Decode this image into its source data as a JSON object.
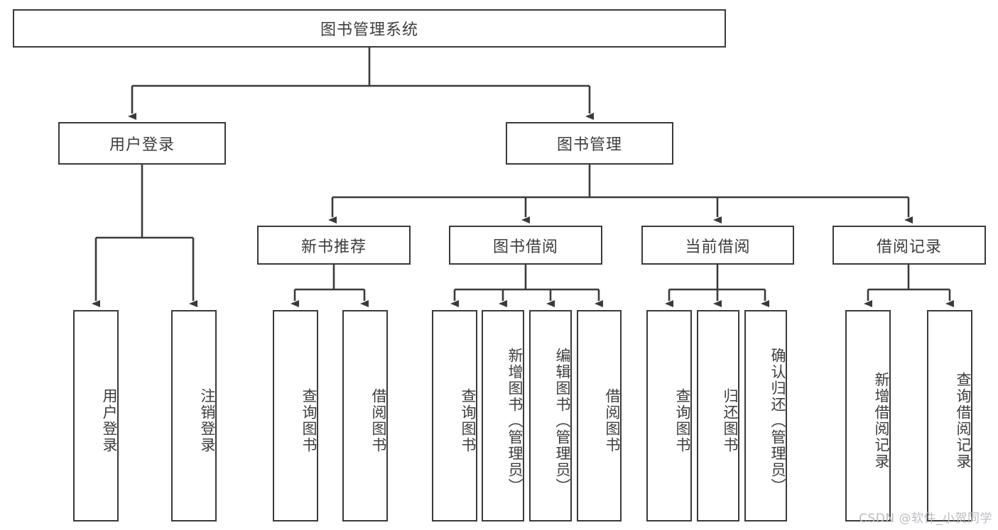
{
  "diagram": {
    "title": "图书管理系统",
    "type": "tree-hierarchy",
    "root": {
      "label": "图书管理系统"
    },
    "level2": [
      {
        "label": "用户登录"
      },
      {
        "label": "图书管理"
      }
    ],
    "level3": [
      {
        "label": "新书推荐"
      },
      {
        "label": "图书借阅"
      },
      {
        "label": "当前借阅"
      },
      {
        "label": "借阅记录"
      }
    ],
    "leaves_user_login": [
      {
        "label": "用户登录"
      },
      {
        "label": "注销登录"
      }
    ],
    "leaves_new_book": [
      {
        "label": "查询图书"
      },
      {
        "label": "借阅图书"
      }
    ],
    "leaves_borrow": [
      {
        "label": "查询图书"
      },
      {
        "label": "新增图书（管理员）"
      },
      {
        "label": "编辑图书（管理员）"
      },
      {
        "label": "借阅图书"
      }
    ],
    "leaves_current": [
      {
        "label": "查询图书"
      },
      {
        "label": "归还图书"
      },
      {
        "label": "确认归还（管理员）"
      }
    ],
    "leaves_records": [
      {
        "label": "新增借阅记录"
      },
      {
        "label": "查询借阅记录"
      }
    ]
  },
  "watermark": {
    "text": "CSDN @软件_小贺同学"
  },
  "colors": {
    "stroke": "#3a3a3a",
    "text": "#3d3d3d",
    "background": "#ffffff",
    "watermark": "#b9bcc0"
  }
}
